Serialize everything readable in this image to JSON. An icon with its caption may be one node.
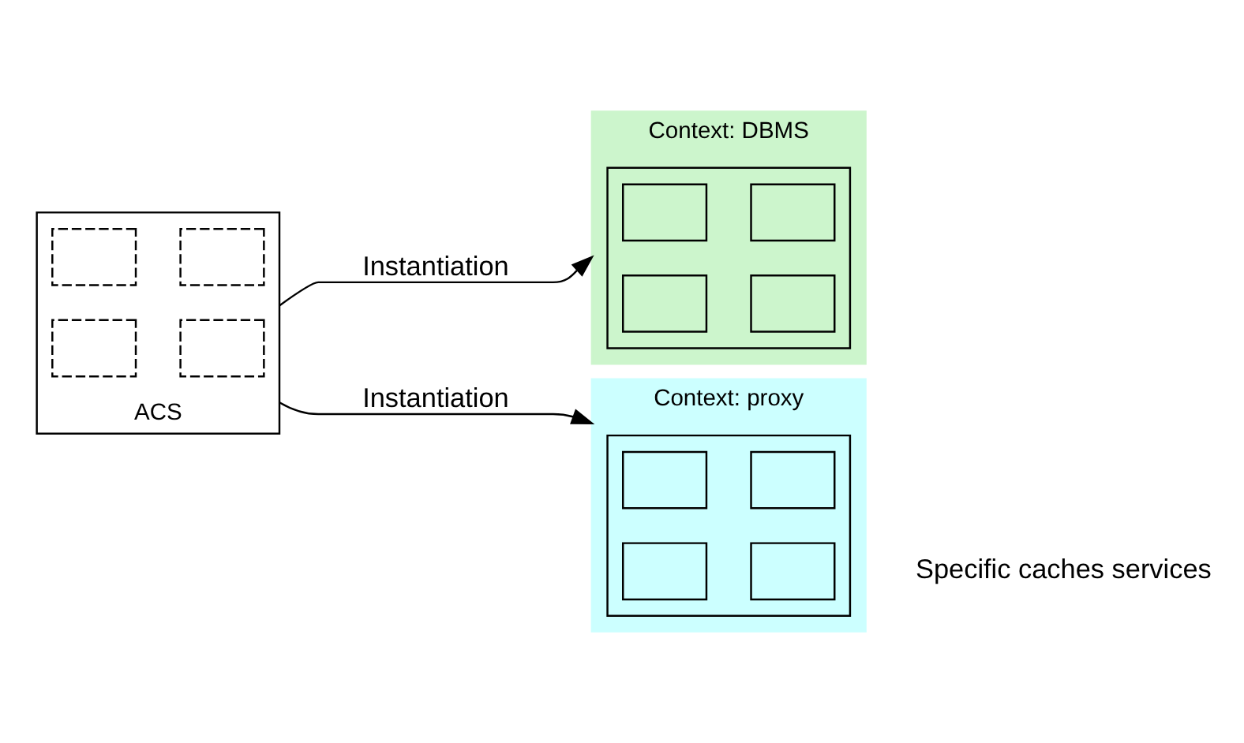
{
  "diagram": {
    "nodes": [
      {
        "text": [],
        "shape": "box",
        "beside": [
          "ACS"
        ]
      },
      {
        "text": [],
        "shape": "box",
        "in": 0
      },
      {
        "text": [],
        "shape": "box",
        "in": 0
      },
      {
        "text": [],
        "shape": "box",
        "in": 0
      },
      {
        "text": [],
        "shape": "box",
        "in": 0
      },
      {
        "text": [
          "Context: DBMS"
        ]
      },
      {
        "text": [],
        "shape": "box",
        "in": 5
      },
      {
        "text": [],
        "shape": "box",
        "in": 6
      },
      {
        "text": [],
        "shape": "box",
        "in": 6
      },
      {
        "text": [],
        "shape": "box",
        "in": 6
      },
      {
        "text": [],
        "shape": "box",
        "in": 6
      },
      {
        "text": [
          "Context: proxy"
        ]
      },
      {
        "text": [],
        "shape": "box",
        "in": 11
      },
      {
        "text": [],
        "shape": "box",
        "in": 12
      },
      {
        "text": [],
        "shape": "box",
        "in": 12
      },
      {
        "text": [],
        "shape": "box",
        "in": 12
      },
      {
        "text": [],
        "shape": "box",
        "in": 12
      }
    ],
    "edges": [
      {
        "from": 0,
        "to": 5,
        "arrow": "to",
        "label": "Instantiation"
      },
      {
        "from": 0,
        "to": 11,
        "arrow": "to",
        "label": "Instantiation"
      }
    ],
    "labels": [
      "Specific caches services"
    ]
  }
}
